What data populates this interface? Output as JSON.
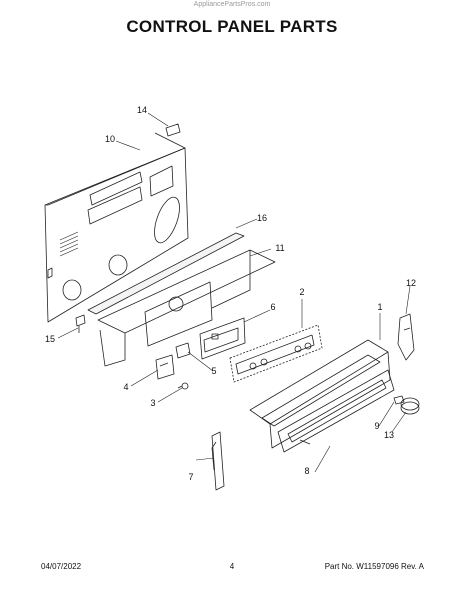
{
  "header": {
    "watermark": "AppliancePartsPros.com",
    "title": "CONTROL PANEL PARTS"
  },
  "callouts": [
    "1",
    "2",
    "3",
    "4",
    "5",
    "6",
    "7",
    "8",
    "9",
    "10",
    "11",
    "12",
    "13",
    "14",
    "15",
    "16"
  ],
  "footer": {
    "date": "04/07/2022",
    "page": "4",
    "part_rev": "Part No. W11597096  Rev. A"
  }
}
